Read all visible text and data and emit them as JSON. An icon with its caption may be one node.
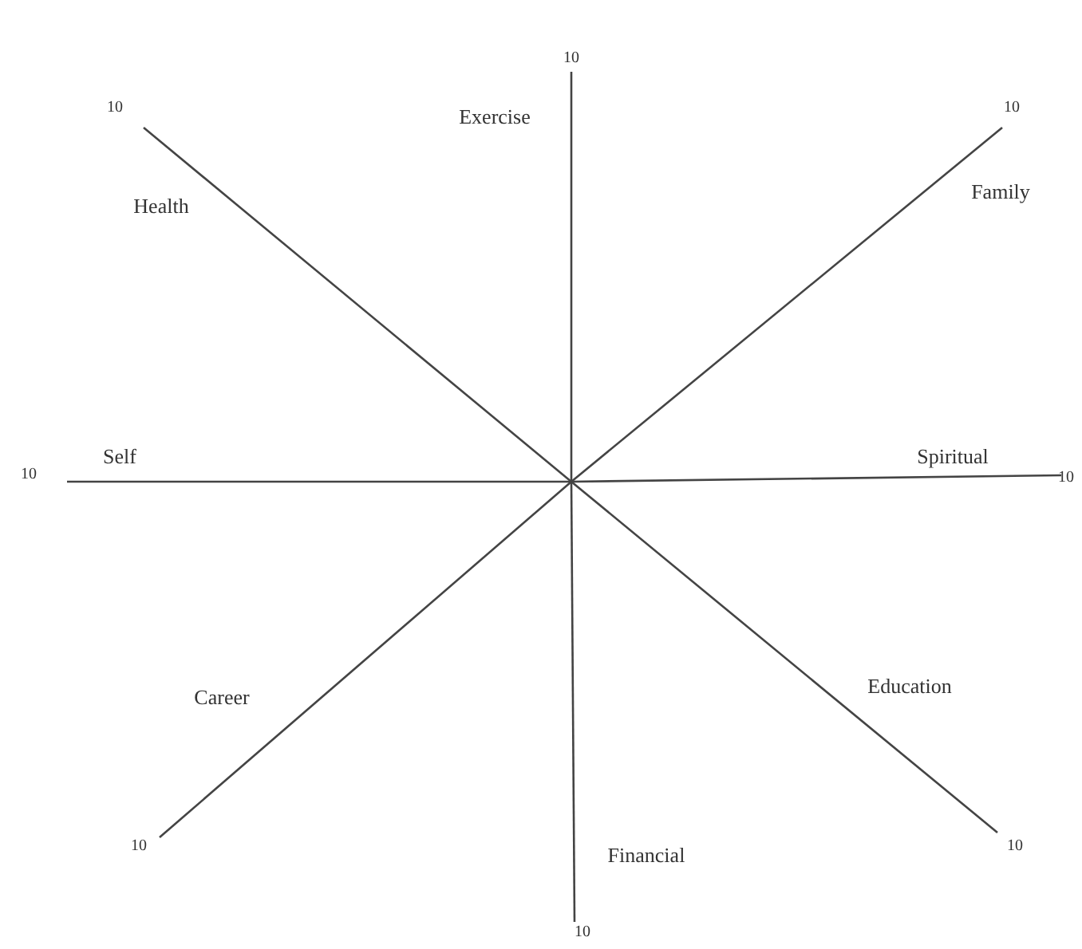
{
  "diagram": {
    "labels": [
      "10",
      "10",
      "10",
      "Exercise",
      "Family",
      "Health",
      "Self",
      "Spiritual",
      "10",
      "10",
      "Education",
      "Career",
      "10",
      "Financial",
      "10",
      "10"
    ]
  }
}
